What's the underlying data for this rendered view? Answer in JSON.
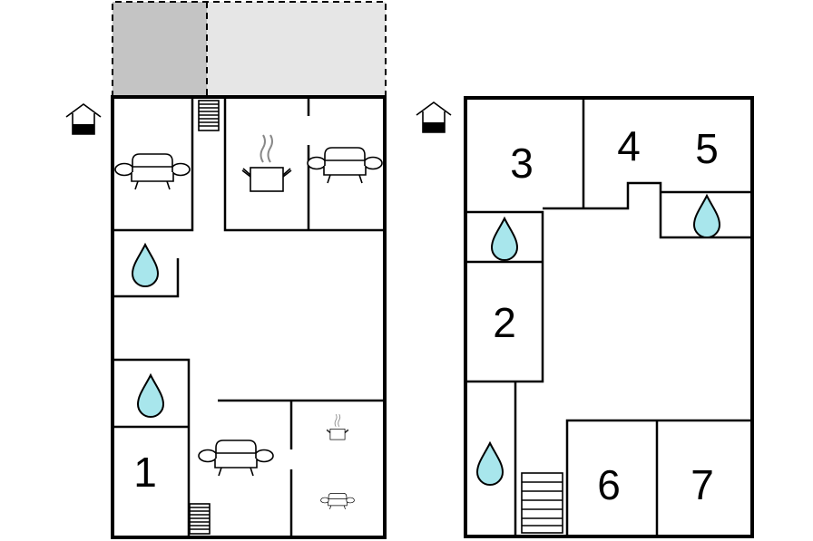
{
  "colors": {
    "water": "#a8e6ec",
    "terrace_covered": "#c4c4c4",
    "terrace_open": "#e6e6e6",
    "wall": "#000000"
  },
  "icons": {
    "entrance": "house-entrance-icon",
    "bathroom": "water-drop-icon",
    "living": "sofa-icon",
    "kitchen": "cooking-pot-icon",
    "stairs": "stairs-icon"
  },
  "ground_floor": {
    "rooms": [
      {
        "number": "1"
      }
    ]
  },
  "upper_floor": {
    "rooms": [
      {
        "number": "2"
      },
      {
        "number": "3"
      },
      {
        "number": "4"
      },
      {
        "number": "5"
      },
      {
        "number": "6"
      },
      {
        "number": "7"
      }
    ]
  }
}
